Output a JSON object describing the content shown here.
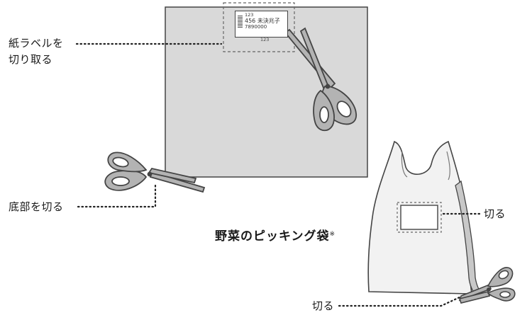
{
  "labels": {
    "cut_label_line1": "紙ラベルを",
    "cut_label_line2": "切り取る",
    "cut_bottom": "底部を切る",
    "title": "野菜のピッキング袋",
    "title_mark": "※",
    "cut_right": "切る",
    "cut_bottom_right": "切る"
  },
  "paper_label": {
    "line1": "123",
    "line2": "456 未決兆子",
    "line3": "7890000",
    "under": "123"
  },
  "colors": {
    "card_fill": "#d9d9d9",
    "outline": "#444444",
    "scissor_fill": "#b3b3b3"
  }
}
